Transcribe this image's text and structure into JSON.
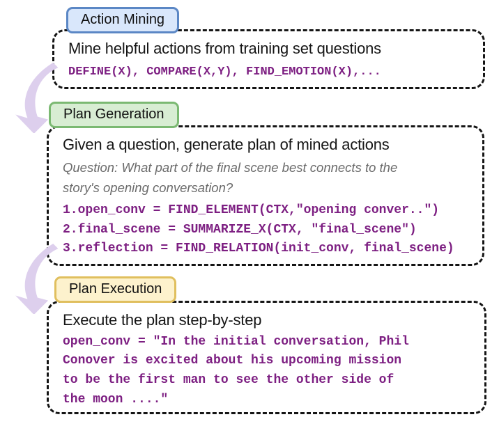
{
  "figure": {
    "title": "Action mining / plan generation / plan execution pipeline"
  },
  "palette": {
    "code_color": "#7d1f82",
    "muted_color": "#6b6b6b",
    "heading_color": "#151515",
    "box_border": "#151515",
    "label_blue_bg": "#d9e7fb",
    "label_blue_border": "#5b87c5",
    "label_green_bg": "#d8edd3",
    "label_green_border": "#7bb972",
    "label_yellow_bg": "#fdf2cd",
    "label_yellow_border": "#e0bf5e",
    "arrow_color": "#ddcfed",
    "page_bg": "#ffffff"
  },
  "stages": [
    {
      "id": "action-mining",
      "label": "Action Mining",
      "heading": "Mine helpful actions from training set questions",
      "code_lines": [
        "DEFINE(X), COMPARE(X,Y), FIND_EMOTION(X),..."
      ]
    },
    {
      "id": "plan-generation",
      "label": "Plan Generation",
      "heading": "Given a question, generate plan of mined actions",
      "question_lines": [
        "Question: What part of the final scene best connects to the",
        "story's opening conversation?"
      ],
      "code_lines": [
        "1.open_conv = FIND_ELEMENT(CTX,\"opening conver..\")",
        "2.final_scene = SUMMARIZE_X(CTX, \"final_scene\")",
        "3.reflection = FIND_RELATION(init_conv, final_scene)"
      ]
    },
    {
      "id": "plan-execution",
      "label": "Plan Execution",
      "heading": "Execute the plan step-by-step",
      "code_lines": [
        "open_conv = \"In the initial conversation, Phil",
        "Conover is excited about his upcoming mission",
        "to be the first man to see the other side of",
        "the moon ....\""
      ]
    }
  ]
}
